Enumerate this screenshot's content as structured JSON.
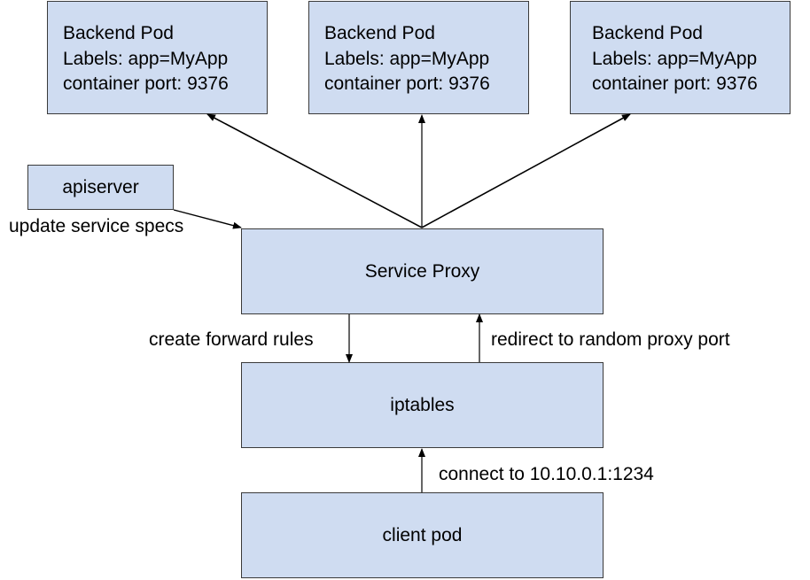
{
  "pods": [
    {
      "title": "Backend Pod",
      "labels": "Labels: app=MyApp",
      "port": "container port: 9376"
    },
    {
      "title": "Backend Pod",
      "labels": "Labels: app=MyApp",
      "port": "container port: 9376"
    },
    {
      "title": "Backend Pod",
      "labels": "Labels: app=MyApp",
      "port": "container port: 9376"
    }
  ],
  "apiserver": {
    "label": "apiserver",
    "edge_label": "update service specs"
  },
  "service_proxy": {
    "label": "Service Proxy"
  },
  "iptables": {
    "label": "iptables"
  },
  "client_pod": {
    "label": "client pod"
  },
  "edges": {
    "create_forward_rules": "create forward rules",
    "redirect": "redirect to random proxy port",
    "connect": "connect to 10.10.0.1:1234"
  },
  "colors": {
    "box_fill": "#cfdcf1",
    "box_border": "#3a3a3a",
    "arrow": "#000000"
  }
}
